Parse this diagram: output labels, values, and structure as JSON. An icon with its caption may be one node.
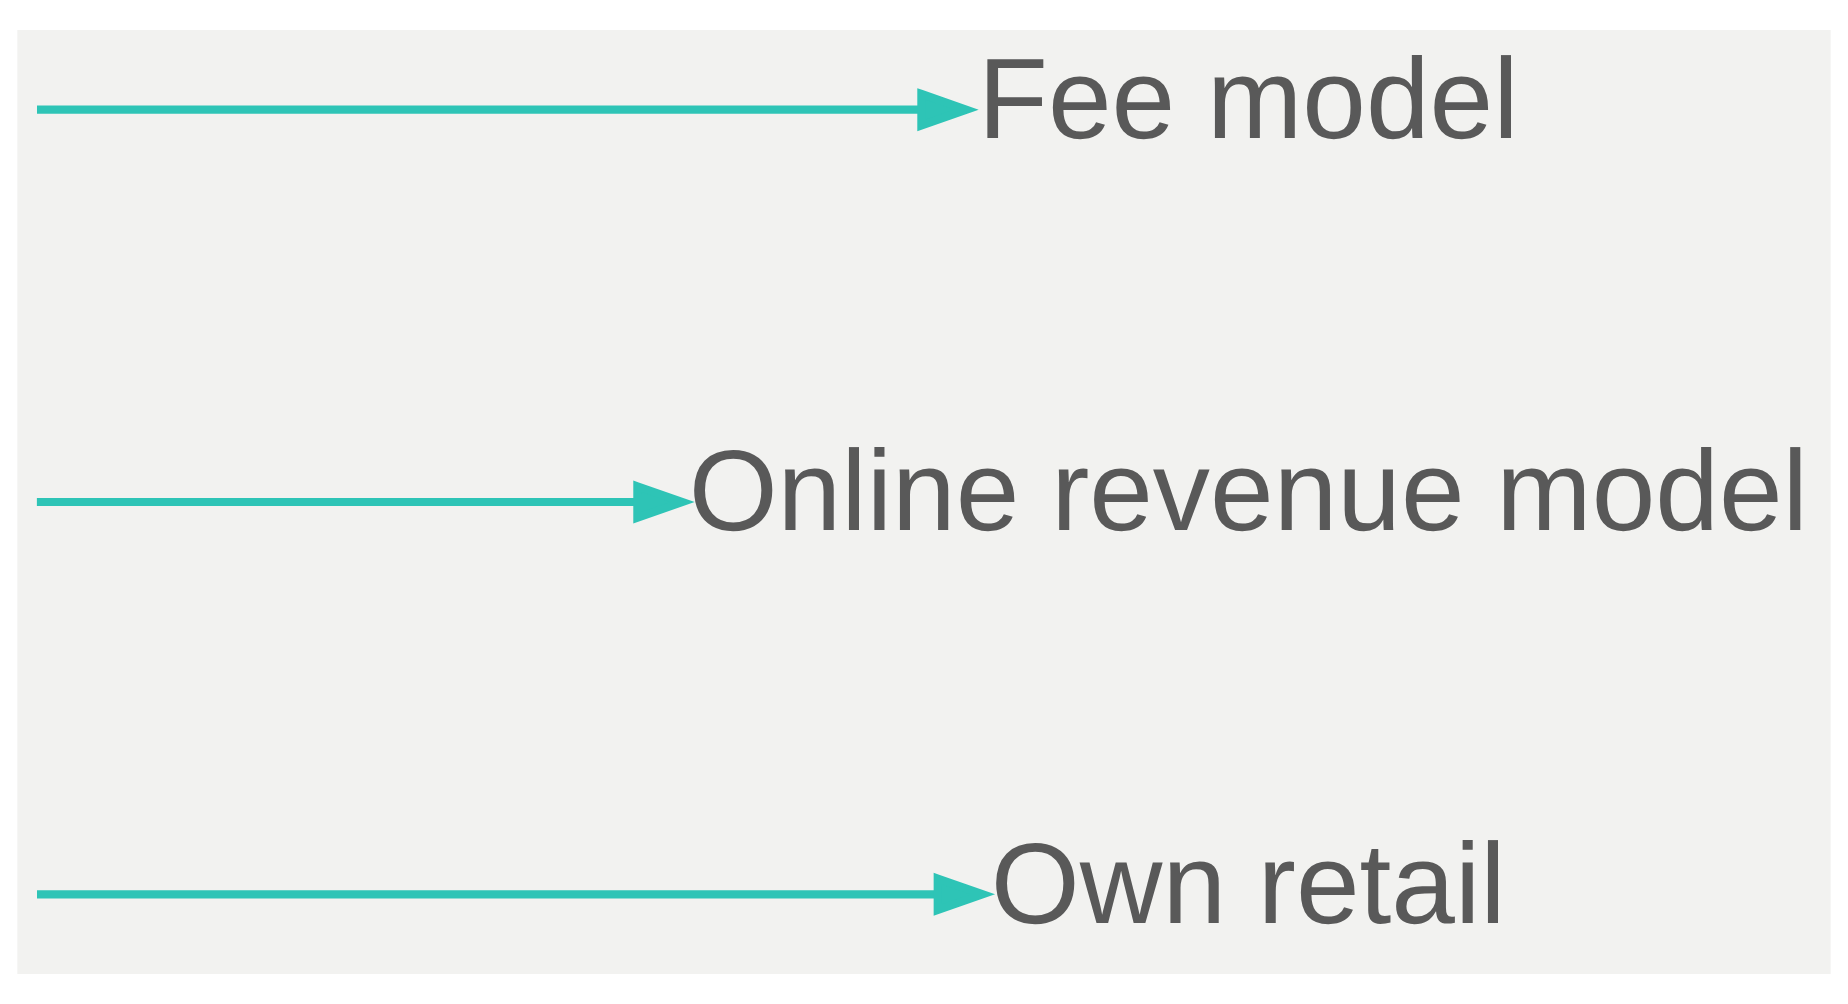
{
  "diagram": {
    "nodes": [
      {
        "text": [
          "Own retail"
        ]
      },
      {
        "text": [
          "Online revenue model"
        ]
      },
      {
        "text": [
          "Fee model"
        ]
      }
    ],
    "edges": [
      {
        "from": null,
        "to": 0,
        "arrow": "to"
      },
      {
        "from": null,
        "to": 1,
        "arrow": "to"
      },
      {
        "from": null,
        "to": 2,
        "arrow": "to"
      }
    ]
  }
}
